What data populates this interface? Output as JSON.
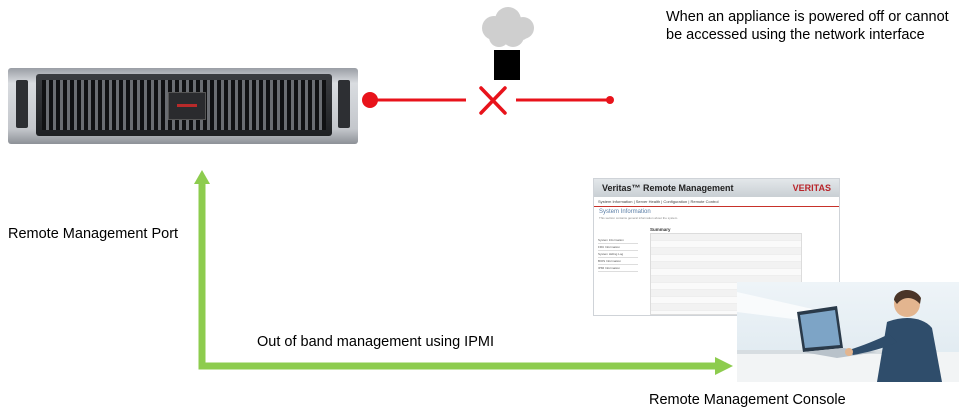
{
  "labels": {
    "note": "When an appliance is powered off or cannot be accessed using the network interface",
    "rm_port": "Remote Management  Port",
    "oob": "Out of band management using IPMI",
    "console": "Remote Management Console"
  },
  "screenshot": {
    "brand": "Veritas™ Remote Management",
    "logo": "VERITAS",
    "nav": "System Information  |  Server Health  |  Configuration  |  Remote Control",
    "heading": "System Information",
    "subheading": "This section contains general information about the system.",
    "summary_title": "Summary",
    "side_nav": [
      "System Information",
      "FRU Information",
      "System Hiding Log",
      "BIOS Information",
      "IPMI Information"
    ]
  },
  "colors": {
    "network_line": "#e8131b",
    "ipmi_arrow": "#8dcc4e",
    "brand_red": "#b8242a"
  },
  "icons": [
    "cloud-icon",
    "network-tower-icon",
    "disconnect-x-icon"
  ]
}
